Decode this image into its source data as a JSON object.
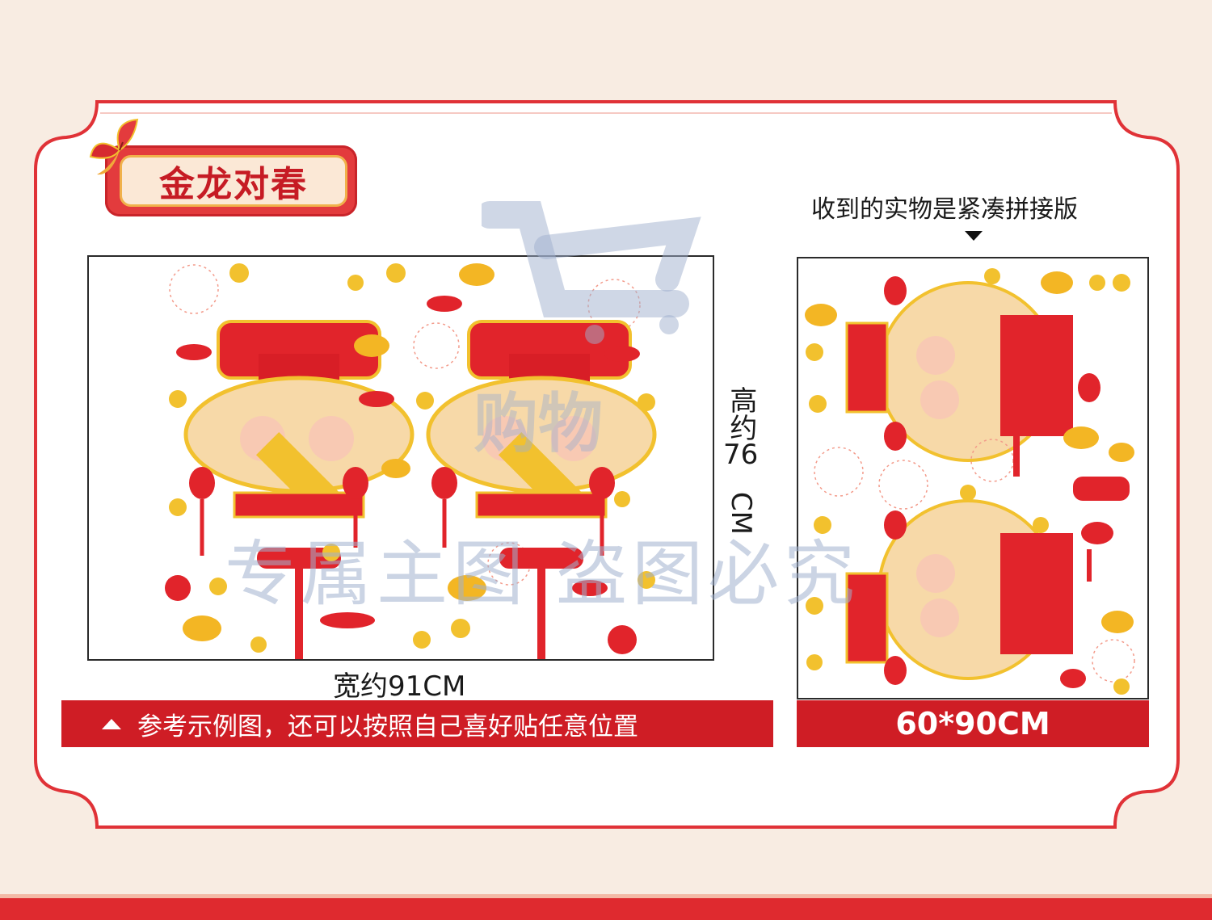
{
  "title": "金龙对春",
  "left_panel": {
    "width_label": "宽约91CM",
    "height_label_vertical": "高约",
    "height_label_number": "76",
    "height_label_unit": "CM",
    "note": "参考示例图，还可以按照自己喜好贴任意位置"
  },
  "right_panel": {
    "caption": "收到的实物是紧凑拼接版",
    "size_label": "60*90CM"
  },
  "watermark": {
    "line": "专属主图    盗图必究",
    "middle": "购物"
  },
  "colors": {
    "background": "#f8ece2",
    "frame_red": "#df2a2f",
    "strip_red": "#cf1d25",
    "gold": "#f2c12e",
    "title_text": "#c61b24"
  },
  "icons": [
    "butterfly-icon",
    "down-arrow-icon",
    "up-triangle-icon",
    "shopping-cart-watermark-icon"
  ]
}
